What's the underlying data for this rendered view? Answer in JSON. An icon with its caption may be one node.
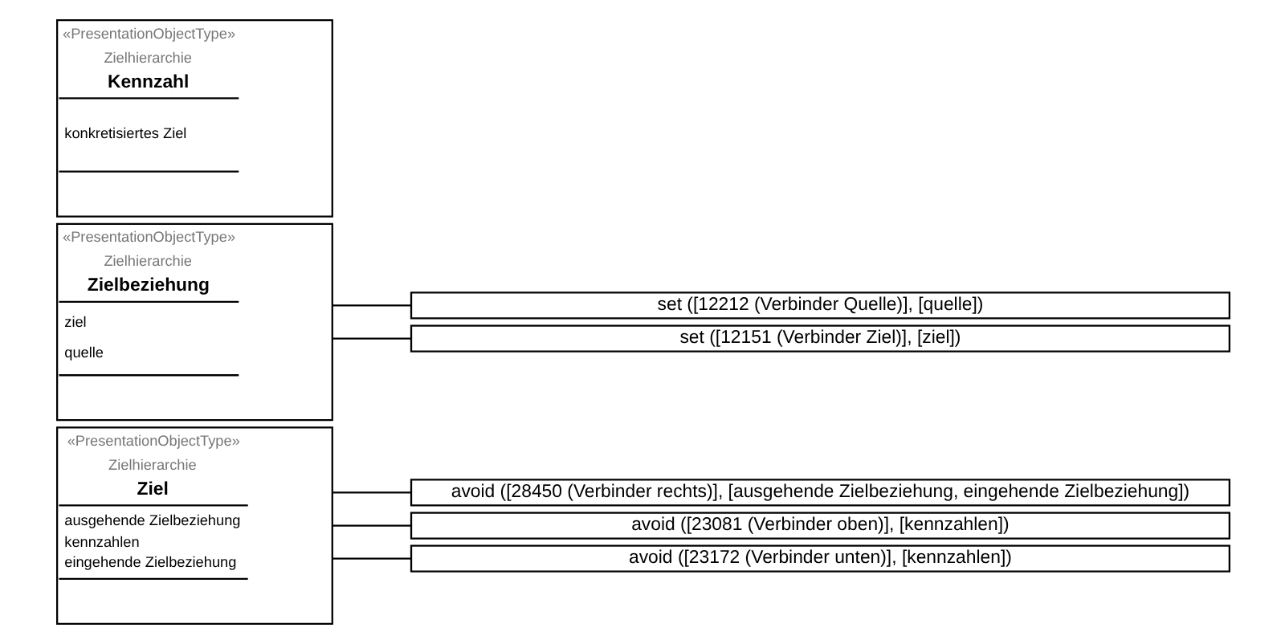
{
  "diagram": {
    "nodes": [
      {
        "text": [
          "«PresentationObjectType»",
          "Zielhierarchie",
          "Ziel",
          "ausgehende Zielbeziehung",
          "kennzahlen",
          "eingehende Zielbeziehung"
        ]
      },
      {
        "text": [
          "avoid ([28450 (Verbinder rechts)], [ausgehende Zielbeziehung, eingehende Zielbeziehung])"
        ]
      },
      {
        "text": [
          "avoid ([23081 (Verbinder oben)], [kennzahlen])"
        ]
      },
      {
        "text": [
          "avoid ([23172 (Verbinder unten)], [kennzahlen])"
        ]
      },
      {
        "text": [
          "«PresentationObjectType»",
          "Zielhierarchie",
          "Zielbeziehung",
          "ziel",
          "quelle"
        ]
      },
      {
        "text": [
          "set ([12212 (Verbinder Quelle)], [quelle])"
        ]
      },
      {
        "text": [
          "set ([12151 (Verbinder Ziel)], [ziel])"
        ]
      },
      {
        "text": [
          "«PresentationObjectType»",
          "Zielhierarchie",
          "Kennzahl",
          "konkretisiertes Ziel"
        ]
      }
    ],
    "edges": [
      {
        "from": 0,
        "to": 1,
        "arrow": "none"
      },
      {
        "from": 0,
        "to": 2,
        "arrow": "none"
      },
      {
        "from": 0,
        "to": 3,
        "arrow": "none"
      },
      {
        "from": 4,
        "to": 5,
        "arrow": "none"
      },
      {
        "from": 4,
        "to": 6,
        "arrow": "none"
      }
    ]
  }
}
